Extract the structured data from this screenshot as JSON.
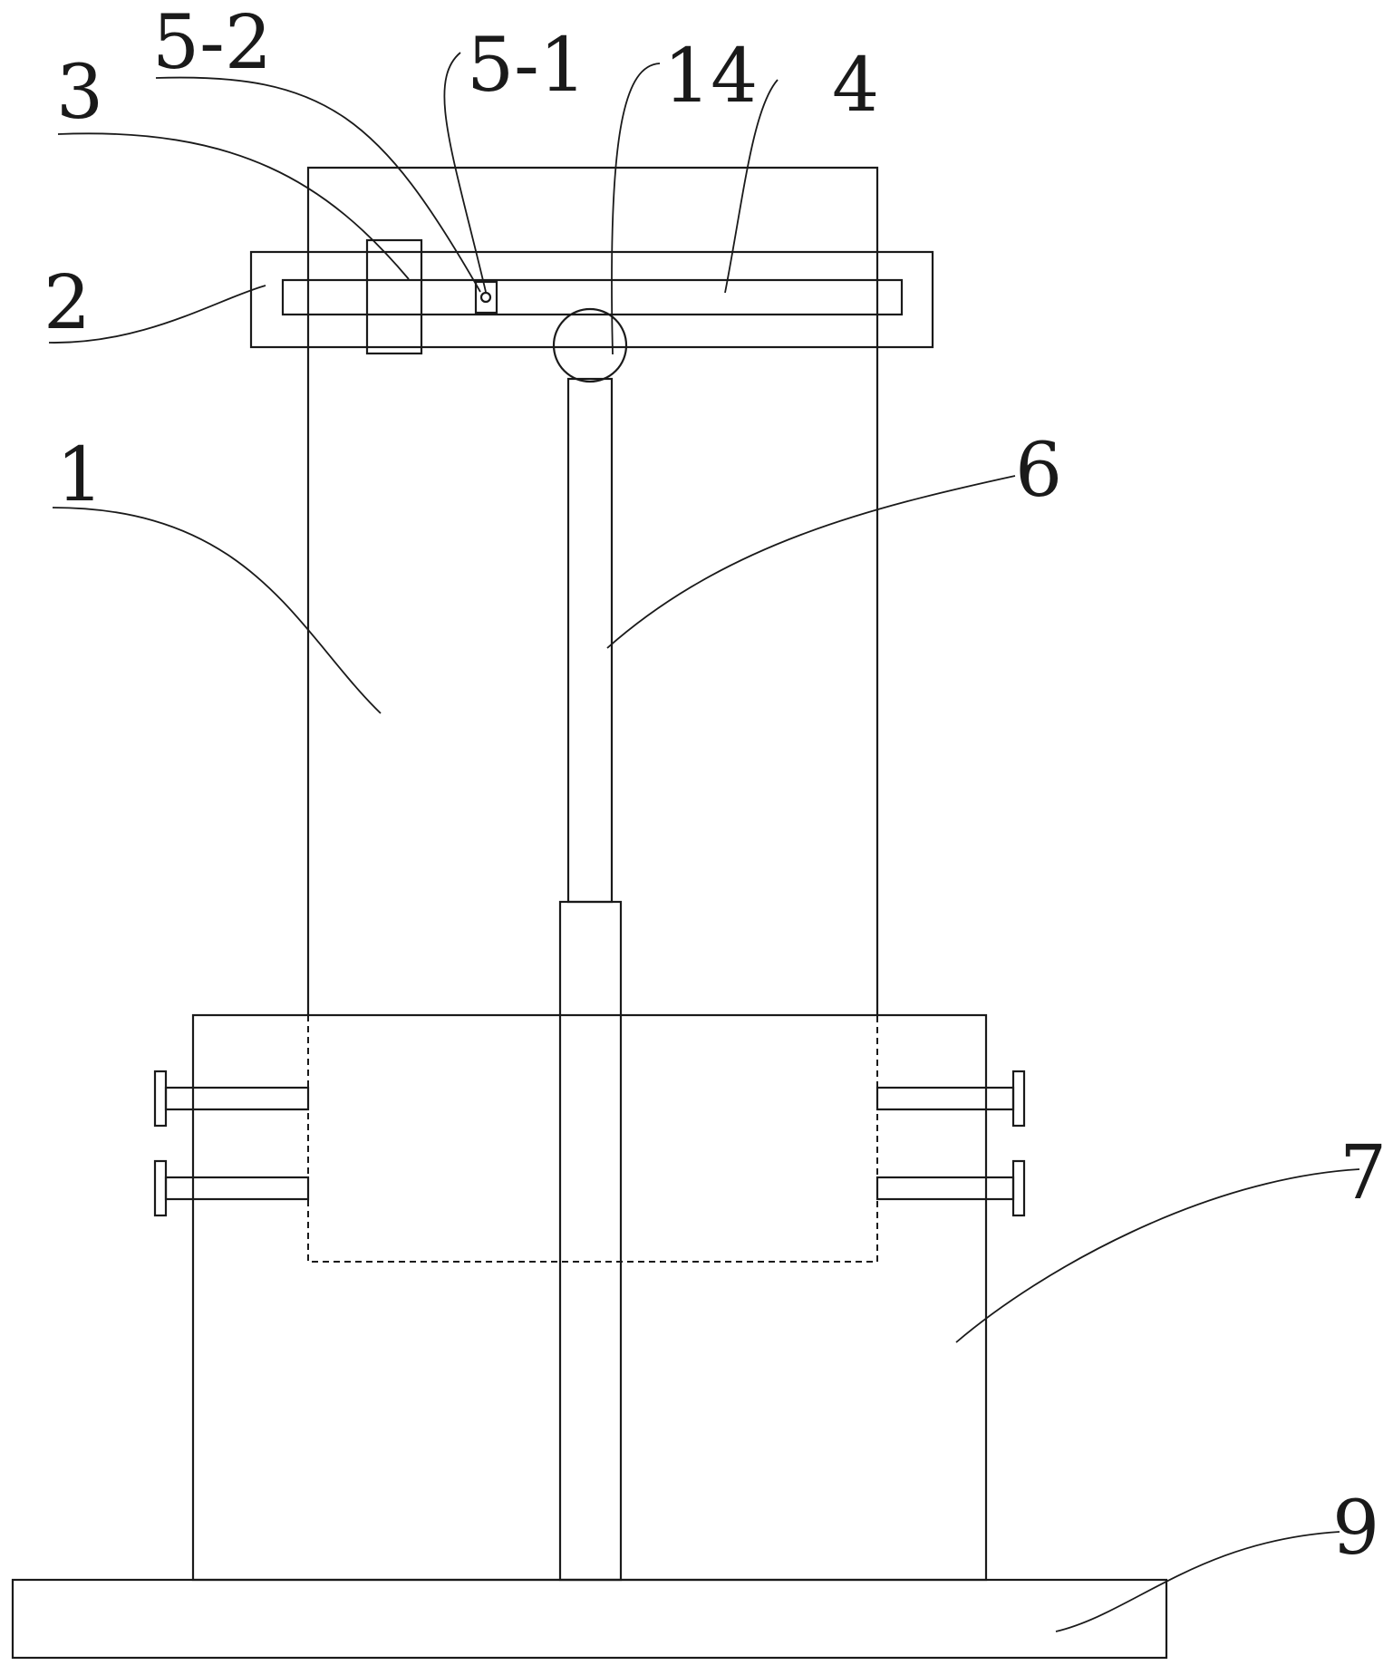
{
  "callouts": {
    "label_5_2": "5-2",
    "label_5_1": "5-1",
    "label_14": "14",
    "label_4": "4",
    "label_3": "3",
    "label_2": "2",
    "label_1": "1",
    "label_6": "6",
    "label_7": "7",
    "label_9": "9"
  },
  "colors": {
    "line": "#1a1a1a",
    "background": "#ffffff"
  }
}
